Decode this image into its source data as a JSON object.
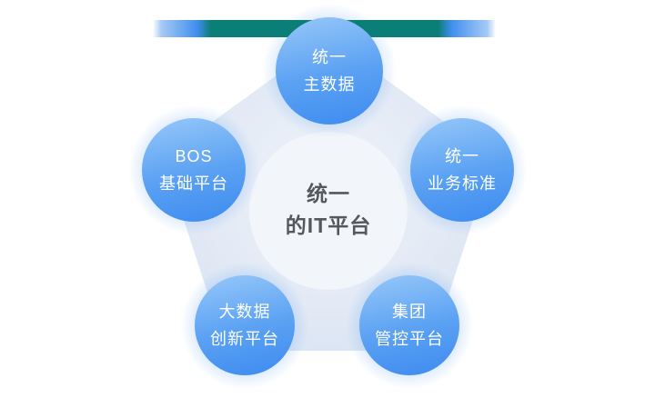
{
  "colors": {
    "ribbon-teal": "#0b7e77",
    "ribbon-blue": "#3f8eee",
    "circle-light": "#97c8f9",
    "circle-dark": "#3d8bf0",
    "pentagon-fill": "#dde7f4",
    "center-circle-fill": "#f2f5fa",
    "center-text": "#56585b",
    "node-text": "#ffffff"
  },
  "diagram": {
    "center": {
      "line1": "统一",
      "line2": "的IT平台"
    },
    "nodes": [
      {
        "id": "unified-master-data",
        "line1": "统一",
        "line2": "主数据"
      },
      {
        "id": "unified-business-standards",
        "line1": "统一",
        "line2": "业务标准"
      },
      {
        "id": "group-control-platform",
        "line1": "集团",
        "line2": "管控平台"
      },
      {
        "id": "bigdata-innovation-platform",
        "line1": "大数据",
        "line2": "创新平台"
      },
      {
        "id": "bos-base-platform",
        "line1": "BOS",
        "line2": "基础平台"
      }
    ]
  }
}
